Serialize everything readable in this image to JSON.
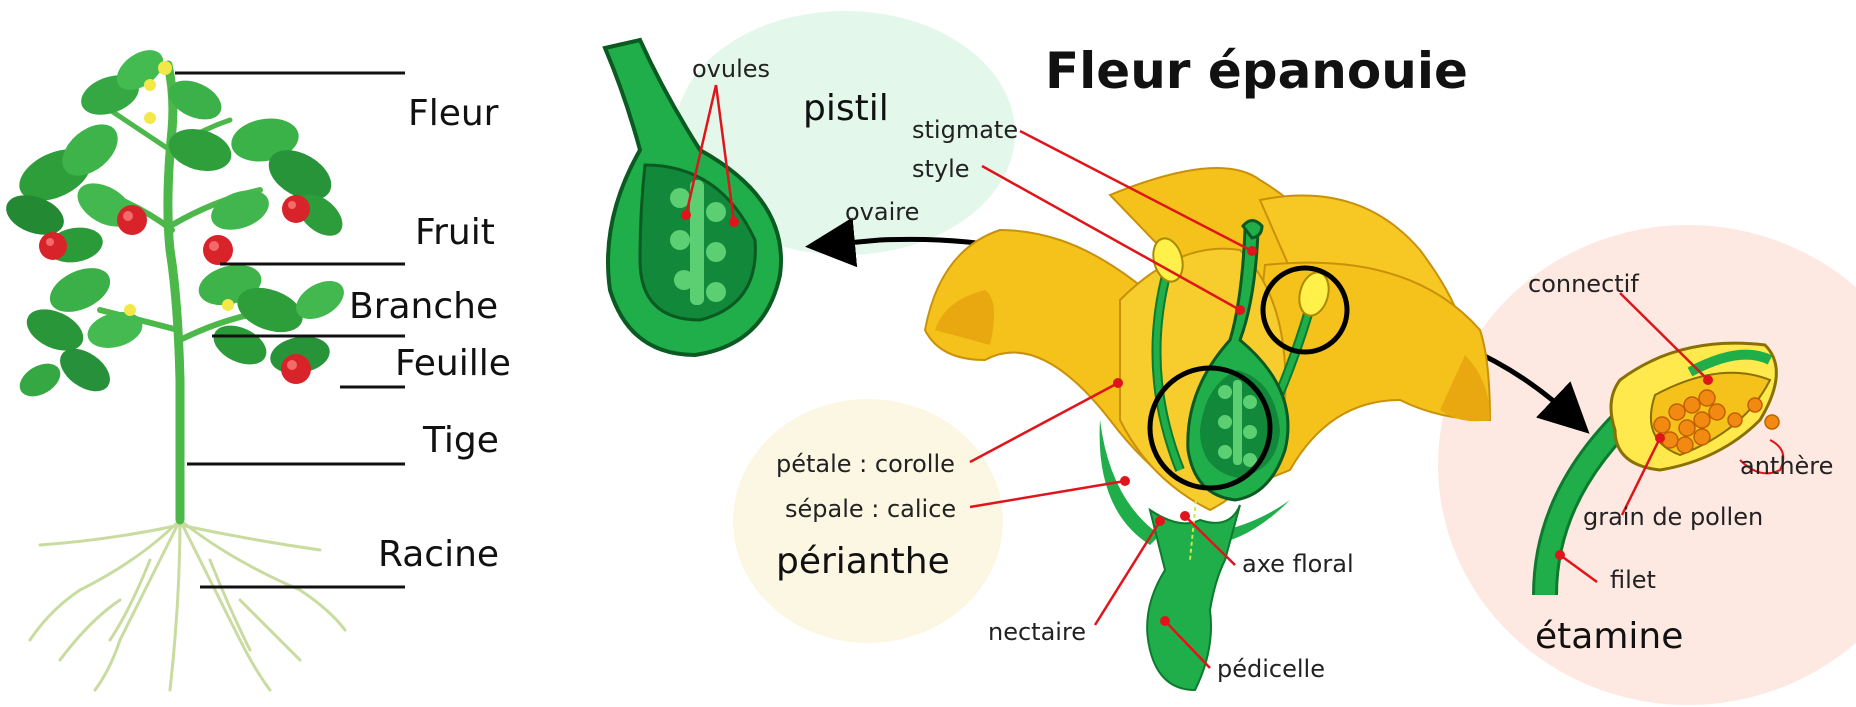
{
  "plant": {
    "labels": [
      "Fleur",
      "Fruit",
      "Branche",
      "Feuille",
      "Tige",
      "Racine"
    ]
  },
  "flower": {
    "title": "Fleur épanouie",
    "pistil_group": {
      "title": "pistil",
      "ovules": "ovules",
      "ovaire": "ovaire"
    },
    "parts": {
      "stigmate": "stigmate",
      "style": "style"
    },
    "perianthe_group": {
      "title": "périanthe",
      "petale": "pétale : corolle",
      "sepale": "sépale : calice"
    },
    "stem_parts": {
      "nectaire": "nectaire",
      "axe_floral": "axe floral",
      "pedicelle": "pédicelle"
    },
    "etamine_group": {
      "title": "étamine",
      "connectif": "connectif",
      "anthere": "anthère",
      "grain": "grain de pollen",
      "filet": "filet"
    }
  },
  "colors": {
    "green_dark": "#0e7a2e",
    "green": "#1fae4a",
    "green_light": "#49c46a",
    "yellow": "#f4c21b",
    "yellow_light": "#ffe94d",
    "orange": "#f28a12",
    "red_line": "#e0141b",
    "bubble_mint": "#e3f7ea",
    "bubble_cream": "#fcf7e3",
    "bubble_pink": "#fde9e1"
  }
}
